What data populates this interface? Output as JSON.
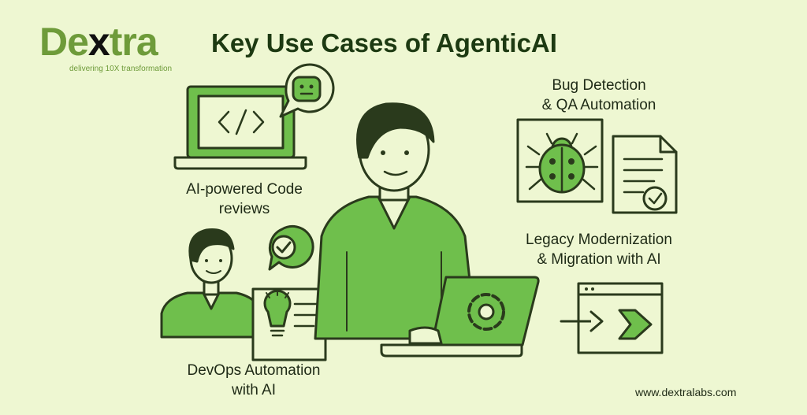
{
  "brand": {
    "name_start": "De",
    "name_x": "x",
    "name_end": "tra",
    "tagline": "delivering 10X transformation"
  },
  "title": "Key Use Cases of AgenticAI",
  "use_cases": {
    "code_reviews": {
      "line1": "AI-powered Code",
      "line2": "reviews"
    },
    "bug_detection": {
      "line1": "Bug Detection",
      "line2": "& QA Automation"
    },
    "legacy": {
      "line1": "Legacy Modernization",
      "line2": "& Migration with AI"
    },
    "devops": {
      "line1": "DevOps Automation",
      "line2": "with AI"
    }
  },
  "website": "www.dextralabs.com",
  "icons": {
    "laptop_code": "code-brackets-icon",
    "chat": "robot-chat-bubble-icon",
    "check": "check-circle-icon",
    "bug": "bug-icon",
    "document": "document-check-icon",
    "gear": "gear-icon",
    "bulb": "lightbulb-icon",
    "migration": "arrow-window-icon"
  },
  "colors": {
    "background": "#eef7d2",
    "accent_green": "#6fbf4c",
    "dark_green": "#1d3a12",
    "logo_green": "#6e9b3a",
    "outline": "#2a3a1c"
  }
}
